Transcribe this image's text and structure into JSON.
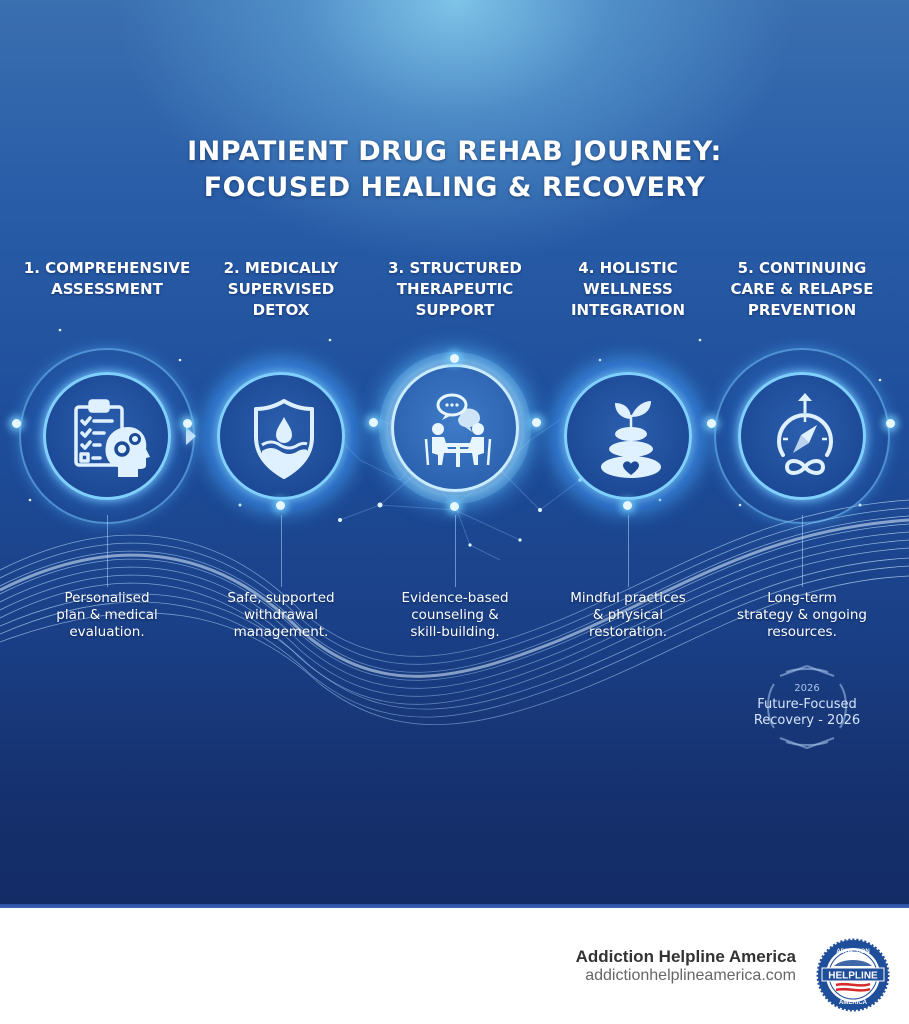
{
  "header": {
    "title_line1": "INPATIENT DRUG REHAB JOURNEY:",
    "title_line2": "FOCUSED HEALING & RECOVERY"
  },
  "steps": [
    {
      "number": "1",
      "title_lines": [
        "1. COMPREHENSIVE",
        "ASSESSMENT",
        ""
      ],
      "icon": "clipboard-brain-gears-icon",
      "description_lines": [
        "Personalised",
        "plan & medical",
        "evaluation."
      ]
    },
    {
      "number": "2",
      "title_lines": [
        "2. MEDICALLY",
        "SUPERVISED",
        "DETOX"
      ],
      "icon": "shield-water-drop-icon",
      "description_lines": [
        "Safe, supported",
        "withdrawal",
        "management."
      ]
    },
    {
      "number": "3",
      "title_lines": [
        "3. STRUCTURED",
        "THERAPEUTIC",
        "SUPPORT"
      ],
      "icon": "counseling-session-icon",
      "description_lines": [
        "Evidence-based",
        "counseling &",
        "skill-building."
      ]
    },
    {
      "number": "4",
      "title_lines": [
        "4. HOLISTIC",
        "WELLNESS",
        "INTEGRATION"
      ],
      "icon": "stacked-stones-sprout-icon",
      "description_lines": [
        "Mindful practices",
        "& physical",
        "restoration."
      ]
    },
    {
      "number": "5",
      "title_lines": [
        "5. CONTINUING",
        "CARE & RELAPSE",
        "PREVENTION"
      ],
      "icon": "compass-infinity-icon",
      "description_lines": [
        "Long-term",
        "strategy & ongoing",
        "resources."
      ]
    }
  ],
  "badge": {
    "year": "2026",
    "line1": "Future-Focused",
    "line2": "Recovery - 2026"
  },
  "footer": {
    "brand_name": "Addiction Helpline America",
    "url": "addictionhelplineamerica.com",
    "logo": {
      "top_text": "ADDICTION",
      "center_text": "HELPLINE",
      "bottom_text": "AMERICA"
    }
  },
  "colors": {
    "bg_top": "#7fc3e8",
    "bg_mid": "#1f4f9c",
    "bg_bottom": "#142c66",
    "glow": "#7fd0ff",
    "text": "#ffffff",
    "footer_bg": "#ffffff",
    "footer_name": "#333333",
    "footer_url": "#666666",
    "logo_blue": "#1f4e9a",
    "logo_red": "#d62a2a"
  }
}
